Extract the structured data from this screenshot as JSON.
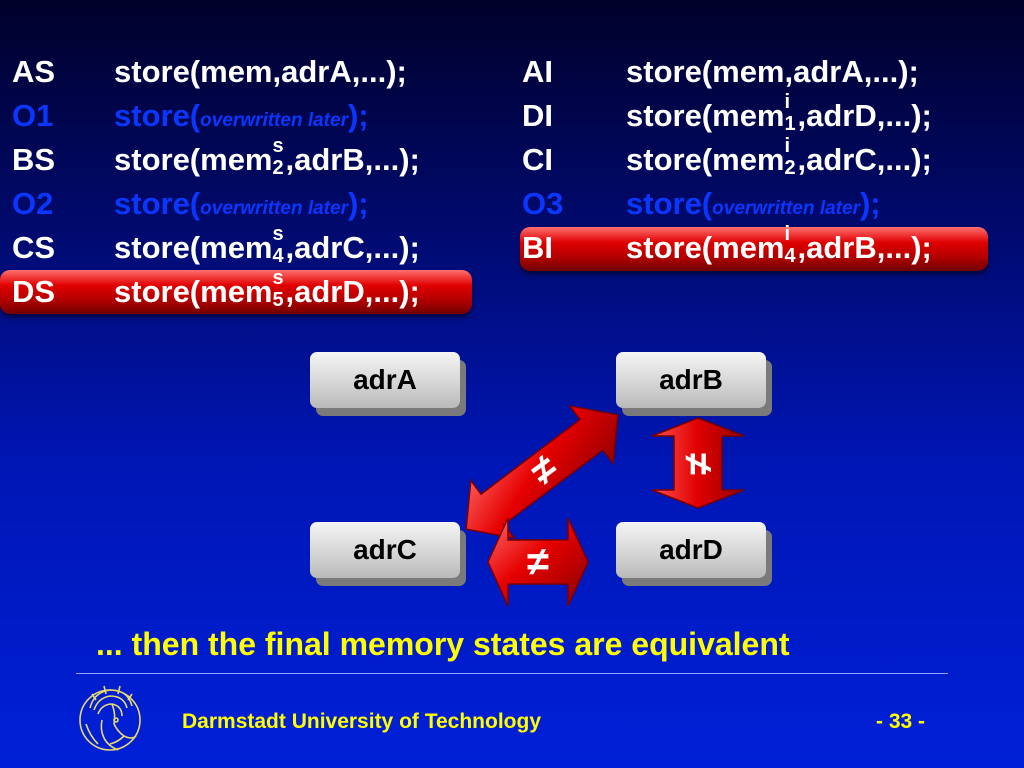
{
  "slide": {
    "left_rows": [
      {
        "label": "AS",
        "blue": false,
        "pre": "store(mem,adrA,...);",
        "sup": "",
        "sub": "",
        "post": "",
        "ow": ""
      },
      {
        "label": "O1",
        "blue": true,
        "pre": "store(",
        "sup": "",
        "sub": "",
        "post": ");",
        "ow": "overwritten later"
      },
      {
        "label": "BS",
        "blue": false,
        "pre": "store(mem",
        "sup": "s",
        "sub": "2",
        "post": ",adrB,...);",
        "ow": ""
      },
      {
        "label": "O2",
        "blue": true,
        "pre": "store(",
        "sup": "",
        "sub": "",
        "post": ");",
        "ow": "overwritten later"
      },
      {
        "label": "CS",
        "blue": false,
        "pre": "store(mem",
        "sup": "s",
        "sub": "4",
        "post": ",adrC,...);",
        "ow": ""
      },
      {
        "label": "DS",
        "blue": false,
        "pre": "store(mem",
        "sup": "s",
        "sub": "5",
        "post": ",adrD,...);",
        "ow": ""
      }
    ],
    "right_rows": [
      {
        "label": "AI",
        "blue": false,
        "pre": "store(mem,adrA,...);",
        "sup": "",
        "sub": "",
        "post": "",
        "ow": ""
      },
      {
        "label": "DI",
        "blue": false,
        "pre": "store(mem",
        "sup": "i",
        "sub": "1",
        "post": ",adrD,...);",
        "ow": ""
      },
      {
        "label": "CI",
        "blue": false,
        "pre": "store(mem",
        "sup": "i",
        "sub": "2",
        "post": ",adrC,...);",
        "ow": ""
      },
      {
        "label": "O3",
        "blue": true,
        "pre": "store(",
        "sup": "",
        "sub": "",
        "post": ");",
        "ow": "overwritten later"
      },
      {
        "label": "BI",
        "blue": false,
        "pre": "store(mem",
        "sup": "i",
        "sub": "4",
        "post": ",adrB,...);",
        "ow": ""
      }
    ],
    "boxes": {
      "adrA": "adrA",
      "adrB": "adrB",
      "adrC": "adrC",
      "adrD": "adrD"
    },
    "neq_symbol": "≠",
    "caption": "... then the final memory states are equivalent",
    "footer": {
      "university": "Darmstadt University of Technology",
      "page": "- 33 -"
    },
    "colors": {
      "text": "#ffffff",
      "blue": "#0a36ff",
      "yellow": "#ffff00",
      "highlight": "#e00000"
    }
  }
}
